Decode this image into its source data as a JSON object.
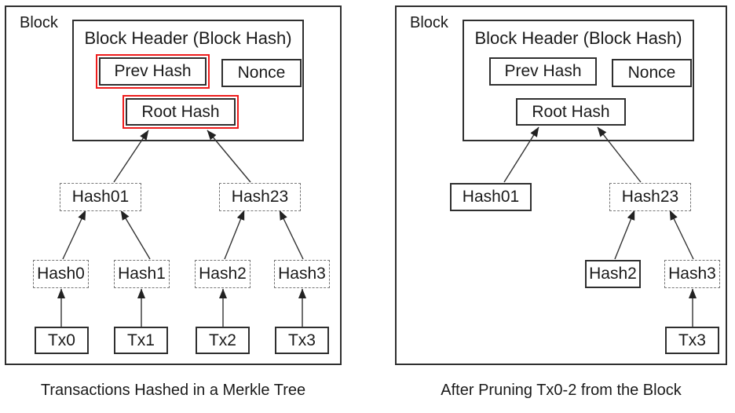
{
  "colors": {
    "highlight_red": "#ee1c1c",
    "line_dark": "#2f2f2f",
    "text": "#1a1a1a",
    "dashed_gray": "#777777"
  },
  "panels": [
    {
      "block_label": "Block",
      "header_title": "Block Header (Block Hash)",
      "prev_hash_label": "Prev Hash",
      "nonce_label": "Nonce",
      "root_hash_label": "Root Hash",
      "nodes": {
        "hash01": "Hash01",
        "hash23": "Hash23",
        "hash0": "Hash0",
        "hash1": "Hash1",
        "hash2": "Hash2",
        "hash3": "Hash3",
        "tx0": "Tx0",
        "tx1": "Tx1",
        "tx2": "Tx2",
        "tx3": "Tx3"
      },
      "caption": "Transactions Hashed in a Merkle Tree"
    },
    {
      "block_label": "Block",
      "header_title": "Block Header (Block Hash)",
      "prev_hash_label": "Prev Hash",
      "nonce_label": "Nonce",
      "root_hash_label": "Root Hash",
      "nodes": {
        "hash01": "Hash01",
        "hash23": "Hash23",
        "hash2": "Hash2",
        "hash3": "Hash3",
        "tx3": "Tx3"
      },
      "caption": "After Pruning Tx0-2 from the Block"
    }
  ]
}
